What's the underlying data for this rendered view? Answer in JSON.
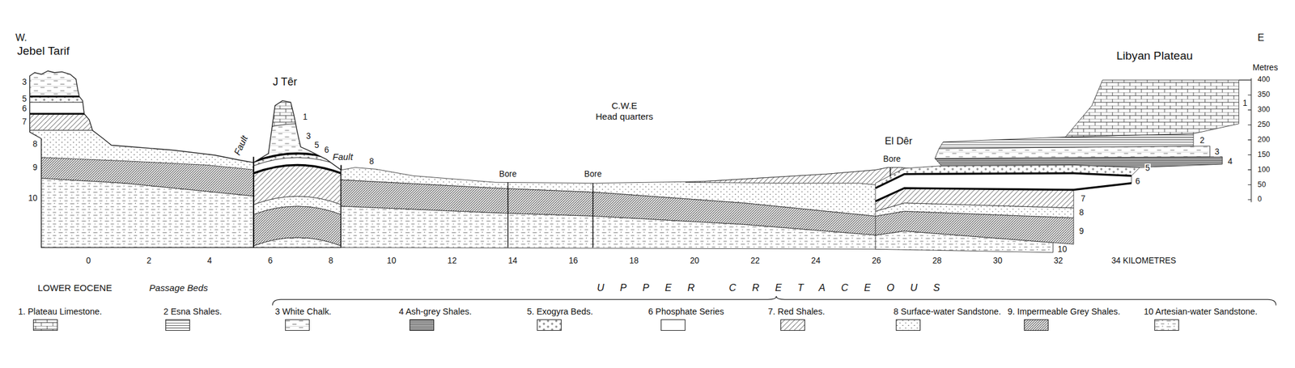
{
  "diagram": {
    "labels": [
      "W.",
      "Jebel Tarif",
      "J Têr",
      "C.W.E",
      "Head quarters",
      "El Dêr",
      "Libyan Plateau",
      "E",
      "Metres",
      "400",
      "350",
      "300",
      "250",
      "200",
      "150",
      "100",
      "50",
      "0",
      "3",
      "5",
      "6",
      "7",
      "8",
      "9",
      "10",
      "Fault",
      "1",
      "3",
      "5",
      "6",
      "Fault",
      "8",
      "Bore",
      "Bore",
      "Bore",
      "1",
      "2",
      "3",
      "4",
      "5",
      "6",
      "7",
      "8",
      "9",
      "10",
      "0",
      "2",
      "4",
      "6",
      "8",
      "10",
      "12",
      "14",
      "16",
      "18",
      "20",
      "22",
      "24",
      "26",
      "28",
      "30",
      "32",
      "34 KILOMETRES",
      "LOWER EOCENE",
      "Passage Beds",
      "UPPER CRETACEOUS"
    ],
    "legend": [
      {
        "text": "1. Plateau Limestone."
      },
      {
        "text": "2 Esna Shales."
      },
      {
        "text": "3 White Chalk."
      },
      {
        "text": "4 Ash-grey Shales."
      },
      {
        "text": "5. Exogyra Beds."
      },
      {
        "text": "6 Phosphate Series"
      },
      {
        "text": "7. Red Shales."
      },
      {
        "text": "8 Surface-water Sandstone."
      },
      {
        "text": "9. Impermeable Grey Shales."
      },
      {
        "text": "10 Artesian-water Sandstone."
      }
    ]
  }
}
